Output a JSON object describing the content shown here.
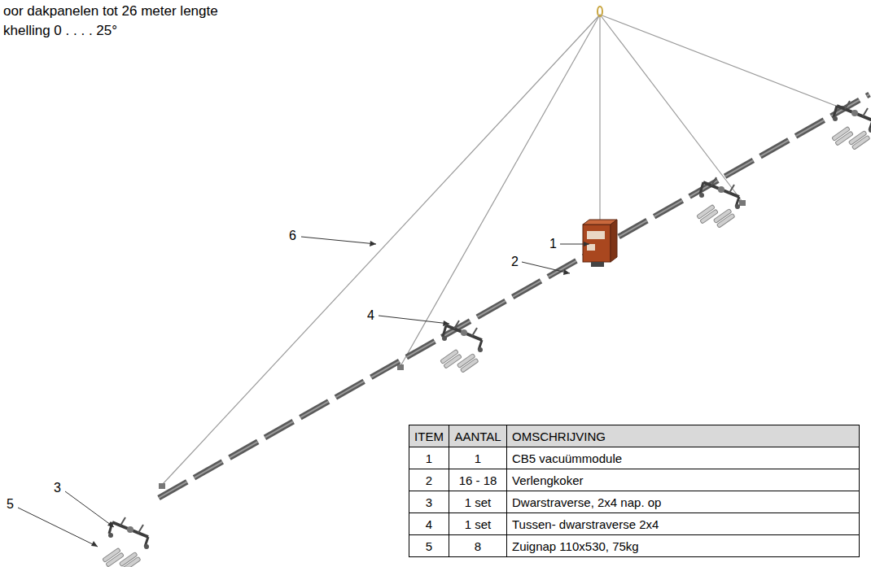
{
  "diagram": {
    "labels": [
      "oor dakpanelen tot 26 meter lengte",
      "khelling 0 . . . . 25°",
      "6",
      "1",
      "2",
      "4",
      "3",
      "5",
      "ITEM",
      "AANTAL",
      "OMSCHRIJVING",
      "1",
      "1",
      "CB5 vacuümmodule",
      "2",
      "16 - 18",
      "Verlengkoker",
      "3",
      "1 set",
      "Dwarstraverse, 2x4 nap. op",
      "4",
      "1 set",
      "Tussen- dwarstraverse 2x4",
      "5",
      "8",
      "Zuignap 110x530, 75kg"
    ]
  }
}
